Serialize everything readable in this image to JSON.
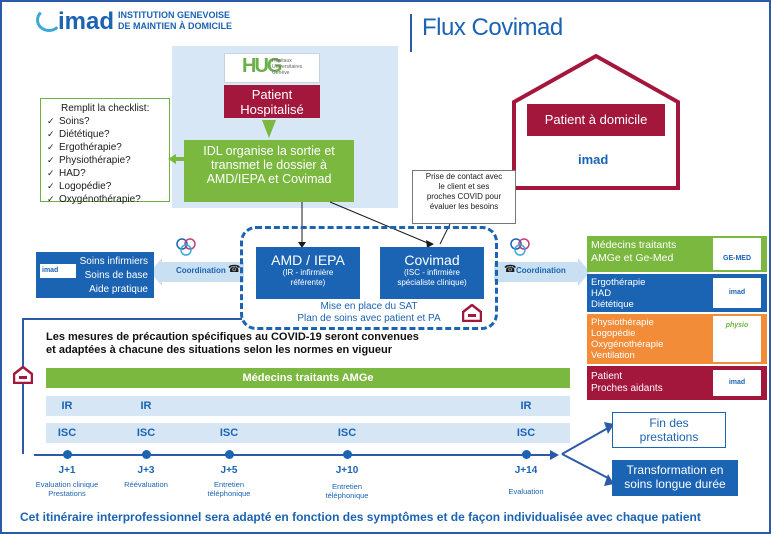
{
  "header": {
    "logo_word": "imad",
    "institution_line1": "INSTITUTION GENEVOISE",
    "institution_line2": "DE MAINTIEN À DOMICILE",
    "title": "Flux Covimad"
  },
  "hospital": {
    "logo_mark": "HUG",
    "logo_text1": "Hôpitaux",
    "logo_text2": "Universitaires",
    "logo_text3": "Genève",
    "patient_line1": "Patient",
    "patient_line2": "Hospitalisé"
  },
  "checklist": {
    "heading": "Remplit la checklist:",
    "items": [
      "Soins?",
      "Diététique?",
      "Ergothérapie?",
      "Physiothérapie?",
      "HAD?",
      "Logopédie?",
      "Oxygénothérapie?"
    ]
  },
  "idl": {
    "line1": "IDL organise la sortie et",
    "line2": "transmet le dossier à",
    "line3": "AMD/IEPA et Covimad"
  },
  "home": {
    "patient": "Patient à domicile",
    "logo_word": "imad"
  },
  "contact_note": {
    "line1": "Prise de contact avec",
    "line2": "le client et ses",
    "line3": "proches COVID pour",
    "line4": "évaluer les besoins"
  },
  "amd": {
    "title": "AMD / IEPA",
    "sub1": "(IR - infirmière",
    "sub2": "référente)"
  },
  "covimad": {
    "title": "Covimad",
    "sub1": "(ISC - infirmière",
    "sub2": "spécialiste clinique)"
  },
  "sat": {
    "line1": "Mise en place du SAT",
    "line2": "Plan de soins avec patient et PA"
  },
  "coordination_left": "Coordination",
  "coordination_right": "Coordination",
  "soins": {
    "line1": "Soins infirmiers",
    "line2": "Soins de base",
    "line3": "Aide pratique",
    "logo": "imad"
  },
  "right_panel": {
    "medecins1": "Médecins traitants",
    "medecins2": "AMGe et Ge-Med",
    "medecins_logo": "GE-MED",
    "ergo1": "Ergothérapie",
    "ergo2": "HAD",
    "ergo3": "Diététique",
    "ergo_logo": "imad",
    "physio1": "Physiothérapie",
    "physio2": "Logopédie",
    "physio3": "Oxygénothérapie",
    "physio4": "Ventilation",
    "physio_logo": "physio",
    "patient1": "Patient",
    "patient2": "Proches aidants",
    "patient_logo": "imad"
  },
  "precaution": {
    "line1": "Les mesures de précaution spécifiques au COVID-19 seront convenues",
    "line2": "et adaptées à chacune des situations selon les normes en vigueur"
  },
  "medecins_bar": "Médecins traitants AMGe",
  "ir_label": "IR",
  "isc_label": "ISC",
  "timeline": [
    {
      "day": "J+1",
      "sub1": "Evaluation clinique",
      "sub2": "Prestations"
    },
    {
      "day": "J+3",
      "sub1": "Réévaluation",
      "sub2": ""
    },
    {
      "day": "J+5",
      "sub1": "Entretien",
      "sub2": "téléphonique"
    },
    {
      "day": "J+10",
      "sub1": "Entretien",
      "sub2": "téléphonique"
    },
    {
      "day": "J+14",
      "sub1": "Evaluation",
      "sub2": ""
    }
  ],
  "outcomes": {
    "fin1": "Fin des",
    "fin2": "prestations",
    "trans1": "Transformation en",
    "trans2": "soins longue durée"
  },
  "footer": "Cet itinéraire interprofessionnel sera adapté en fonction des symptômes et de façon individualisée avec chaque patient",
  "colors": {
    "blue": "#1b63b3",
    "green": "#7ab840",
    "crimson": "#a2173b",
    "orange": "#f28c38",
    "light_blue": "#d6e6f5"
  }
}
